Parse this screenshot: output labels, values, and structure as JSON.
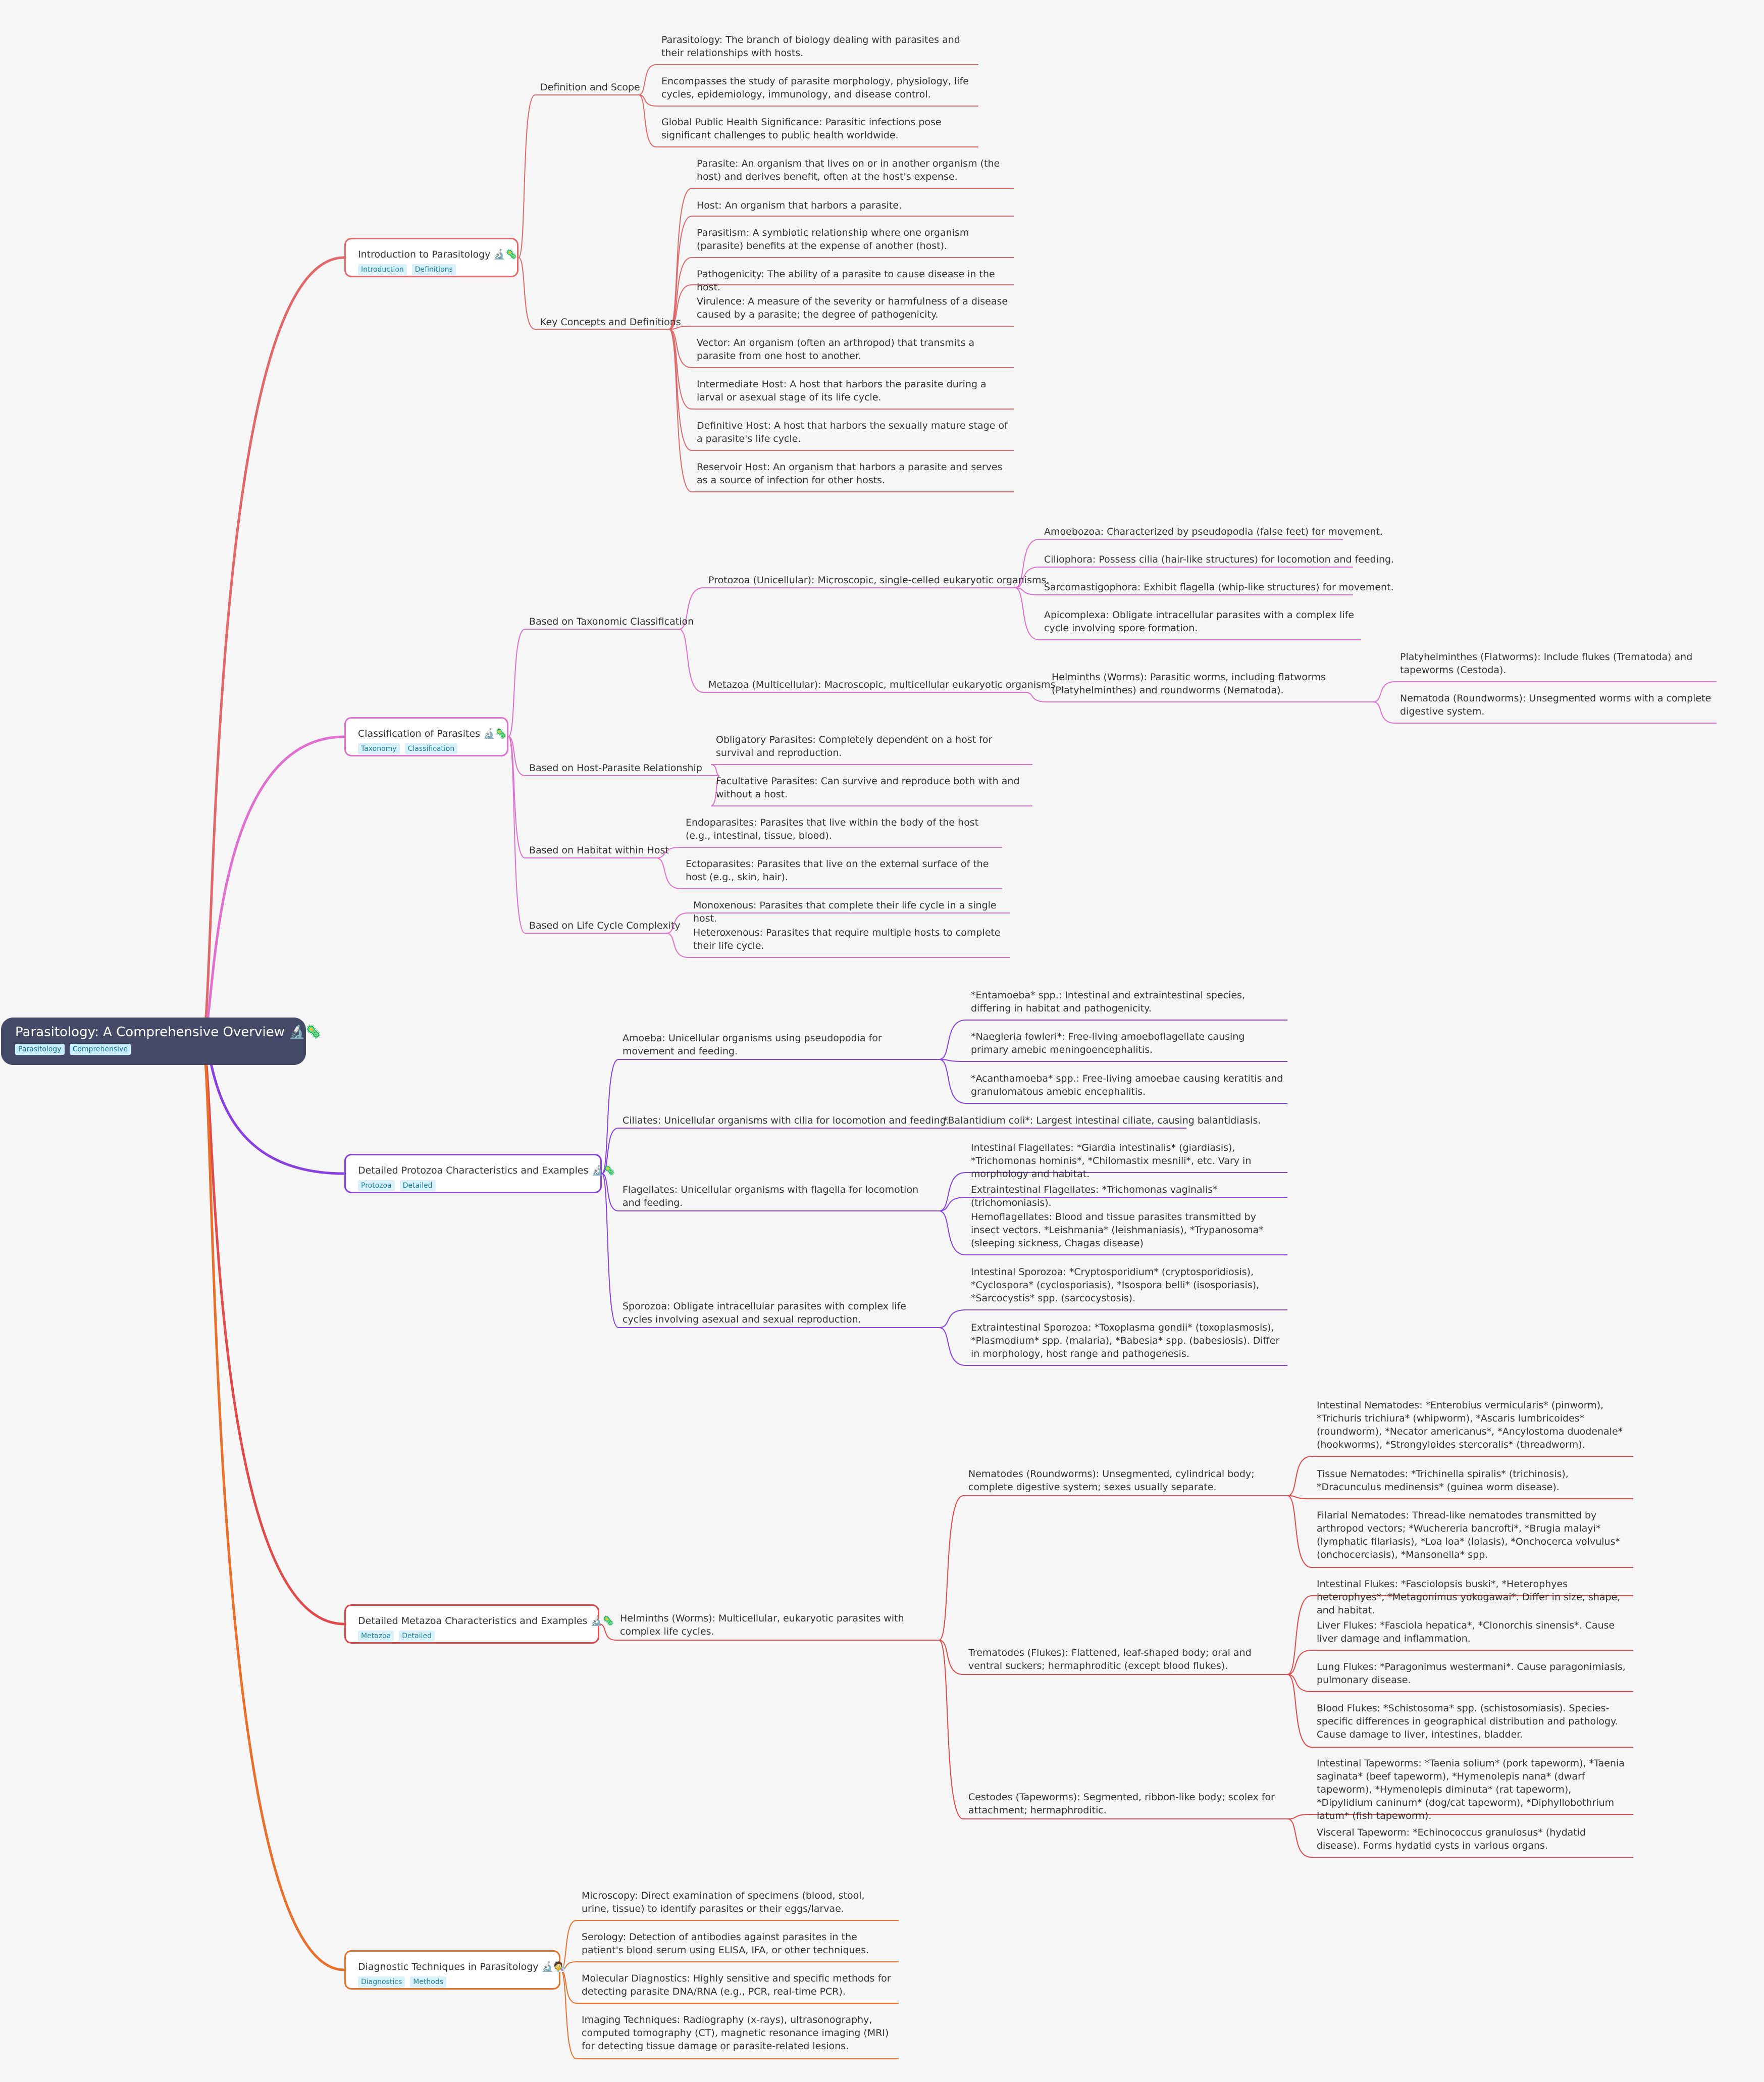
{
  "root": {
    "title": "Parasitology: A Comprehensive Overview 🔬🦠",
    "tags": [
      "Parasitology",
      "Comprehensive"
    ]
  },
  "branches": [
    {
      "title": "Introduction to Parasitology 🔬🦠",
      "tags": [
        "Introduction",
        "Definitions"
      ],
      "color": "#e0686a",
      "children": [
        {
          "title": "Definition and Scope",
          "items": [
            "Parasitology: The branch of biology dealing with parasites and their relationships with hosts.",
            "Encompasses the study of parasite morphology, physiology, life cycles, epidemiology, immunology, and disease control.",
            "Global Public Health Significance: Parasitic infections pose significant challenges to public health worldwide."
          ]
        },
        {
          "title": "Key Concepts and Definitions",
          "items": [
            "Parasite: An organism that lives on or in another organism (the host) and derives benefit, often at the host's expense.",
            "Host: An organism that harbors a parasite.",
            "Parasitism: A symbiotic relationship where one organism (parasite) benefits at the expense of another (host).",
            "Pathogenicity: The ability of a parasite to cause disease in the host.",
            "Virulence: A measure of the severity or harmfulness of a disease caused by a parasite; the degree of pathogenicity.",
            "Vector: An organism (often an arthropod) that transmits a parasite from one host to another.",
            "Intermediate Host: A host that harbors the parasite during a larval or asexual stage of its life cycle.",
            "Definitive Host: A host that harbors the sexually mature stage of a parasite's life cycle.",
            "Reservoir Host: An organism that harbors a parasite and serves as a source of infection for other hosts."
          ]
        }
      ]
    },
    {
      "title": "Classification of Parasites 🔬🦠",
      "tags": [
        "Taxonomy",
        "Classification"
      ],
      "color": "#e070d0",
      "children": [
        {
          "title": "Based on Taxonomic Classification",
          "protozoa": {
            "title": "Protozoa (Unicellular):  Microscopic, single-celled eukaryotic organisms.",
            "items": [
              "Amoebozoa: Characterized by pseudopodia (false feet) for movement.",
              "Ciliophora: Possess cilia (hair-like structures) for locomotion and feeding.",
              "Sarcomastigophora: Exhibit flagella (whip-like structures) for movement.",
              "Apicomplexa: Obligate intracellular parasites with a complex life cycle involving spore formation."
            ]
          },
          "metazoa": {
            "title": "Metazoa (Multicellular):  Macroscopic, multicellular eukaryotic organisms.",
            "helminths": "Helminths (Worms):  Parasitic worms, including flatworms (Platyhelminthes) and roundworms (Nematoda).",
            "items": [
              "Platyhelminthes (Flatworms):  Include flukes (Trematoda) and tapeworms (Cestoda).",
              "Nematoda (Roundworms):  Unsegmented worms with a complete digestive system."
            ]
          }
        },
        {
          "title": "Based on Host-Parasite Relationship",
          "items": [
            "Obligatory Parasites: Completely dependent on a host for survival and reproduction.",
            "Facultative Parasites: Can survive and reproduce both with and without a host."
          ]
        },
        {
          "title": "Based on Habitat within Host",
          "items": [
            "Endoparasites: Parasites that live within the body of the host (e.g., intestinal, tissue, blood).",
            "Ectoparasites: Parasites that live on the external surface of the host (e.g., skin, hair)."
          ]
        },
        {
          "title": "Based on Life Cycle Complexity",
          "items": [
            "Monoxenous: Parasites that complete their life cycle in a single host.",
            "Heteroxenous: Parasites that require multiple hosts to complete their life cycle."
          ]
        }
      ]
    },
    {
      "title": "Detailed Protozoa Characteristics and Examples 🔬🦠",
      "tags": [
        "Protozoa",
        "Detailed"
      ],
      "color": "#8a3fe0",
      "children": [
        {
          "title": "Amoeba:  Unicellular organisms using pseudopodia for movement and feeding.",
          "items": [
            "*Entamoeba* spp.: Intestinal and extraintestinal species, differing in habitat and pathogenicity.",
            "*Naegleria fowleri*: Free-living amoeboflagellate causing primary amebic meningoencephalitis.",
            "*Acanthamoeba* spp.: Free-living amoebae causing keratitis and granulomatous amebic encephalitis."
          ]
        },
        {
          "title": "Ciliates: Unicellular organisms with cilia for locomotion and feeding.",
          "items": [
            "*Balantidium coli*: Largest intestinal ciliate, causing balantidiasis."
          ]
        },
        {
          "title": "Flagellates: Unicellular organisms with flagella for locomotion and feeding.",
          "items": [
            "Intestinal Flagellates: *Giardia intestinalis* (giardiasis), *Trichomonas hominis*, *Chilomastix mesnili*, etc.  Vary in morphology and habitat.",
            "Extraintestinal Flagellates: *Trichomonas vaginalis* (trichomoniasis).",
            "Hemoflagellates: Blood and tissue parasites transmitted by insect vectors.  *Leishmania* (leishmaniasis), *Trypanosoma* (sleeping sickness, Chagas disease)"
          ]
        },
        {
          "title": "Sporozoa: Obligate intracellular parasites with complex life cycles involving asexual and sexual reproduction.",
          "items": [
            "Intestinal Sporozoa: *Cryptosporidium* (cryptosporidiosis), *Cyclospora* (cyclosporiasis), *Isospora belli* (isosporiasis), *Sarcocystis* spp. (sarcocystosis).",
            "Extraintestinal Sporozoa: *Toxoplasma gondii* (toxoplasmosis), *Plasmodium* spp. (malaria), *Babesia* spp. (babesiosis).  Differ in morphology, host range and pathogenesis."
          ]
        }
      ]
    },
    {
      "title": "Detailed Metazoa Characteristics and Examples 🔬🦠",
      "tags": [
        "Metazoa",
        "Detailed"
      ],
      "color": "#e04a4a",
      "child": "Helminths (Worms): Multicellular, eukaryotic parasites with complex life cycles.",
      "groups": [
        {
          "title": "Nematodes (Roundworms): Unsegmented, cylindrical body; complete digestive system; sexes usually separate.",
          "items": [
            "Intestinal Nematodes:  *Enterobius vermicularis* (pinworm), *Trichuris trichiura* (whipworm), *Ascaris lumbricoides* (roundworm), *Necator americanus*, *Ancylostoma duodenale* (hookworms), *Strongyloides stercoralis* (threadworm).",
            "Tissue Nematodes: *Trichinella spiralis* (trichinosis), *Dracunculus medinensis* (guinea worm disease).",
            "Filarial Nematodes: Thread-like nematodes transmitted by arthropod vectors; *Wuchereria bancrofti*, *Brugia malayi* (lymphatic filariasis), *Loa loa* (loiasis), *Onchocerca volvulus* (onchocerciasis), *Mansonella* spp."
          ]
        },
        {
          "title": "Trematodes (Flukes): Flattened, leaf-shaped body; oral and ventral suckers; hermaphroditic (except blood flukes).",
          "items": [
            "Intestinal Flukes: *Fasciolopsis buski*, *Heterophyes heterophyes*, *Metagonimus yokogawai*.  Differ in size, shape, and habitat.",
            "Liver Flukes: *Fasciola hepatica*, *Clonorchis sinensis*.  Cause liver damage and inflammation.",
            "Lung Flukes: *Paragonimus westermani*. Cause paragonimiasis, pulmonary disease.",
            "Blood Flukes: *Schistosoma* spp. (schistosomiasis).  Species-specific differences in geographical distribution and pathology. Cause damage to liver, intestines, bladder."
          ]
        },
        {
          "title": "Cestodes (Tapeworms): Segmented, ribbon-like body; scolex for attachment; hermaphroditic.",
          "items": [
            "Intestinal Tapeworms: *Taenia solium* (pork tapeworm), *Taenia saginata* (beef tapeworm), *Hymenolepis nana* (dwarf tapeworm), *Hymenolepis diminuta* (rat tapeworm), *Dipylidium caninum* (dog/cat tapeworm), *Diphyllobothrium latum* (fish tapeworm).",
            "Visceral Tapeworm: *Echinococcus granulosus* (hydatid disease).  Forms hydatid cysts in various organs."
          ]
        }
      ]
    },
    {
      "title": "Diagnostic Techniques in Parasitology 🔬🧑‍🔬",
      "tags": [
        "Diagnostics",
        "Methods"
      ],
      "color": "#e8702a",
      "items": [
        "Microscopy: Direct examination of specimens (blood, stool, urine, tissue) to identify parasites or their eggs/larvae.",
        "Serology: Detection of antibodies against parasites in the patient's blood serum using ELISA, IFA, or other techniques.",
        "Molecular Diagnostics: Highly sensitive and specific methods for detecting parasite DNA/RNA (e.g., PCR, real-time PCR).",
        "Imaging Techniques: Radiography (x-rays), ultrasonography, computed tomography (CT), magnetic resonance imaging (MRI) for detecting tissue damage or parasite-related lesions."
      ]
    }
  ]
}
